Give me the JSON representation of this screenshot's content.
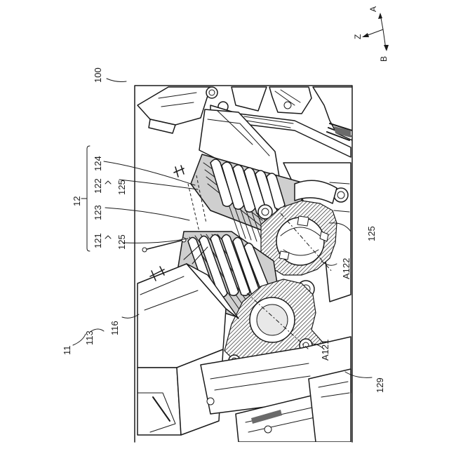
{
  "figure": {
    "ref_100": "100",
    "ref_11": "11",
    "ref_113": "113",
    "ref_116": "116",
    "ref_12": "12",
    "ref_121": "121",
    "ref_122": "122",
    "ref_123": "123",
    "ref_124": "124",
    "ref_125_a": "125",
    "ref_125_b": "125",
    "ref_125_c": "125",
    "ref_129": "129",
    "ref_A121": "A121",
    "ref_A122": "A122"
  },
  "axes": {
    "a": "A",
    "b": "B",
    "z": "Z"
  }
}
